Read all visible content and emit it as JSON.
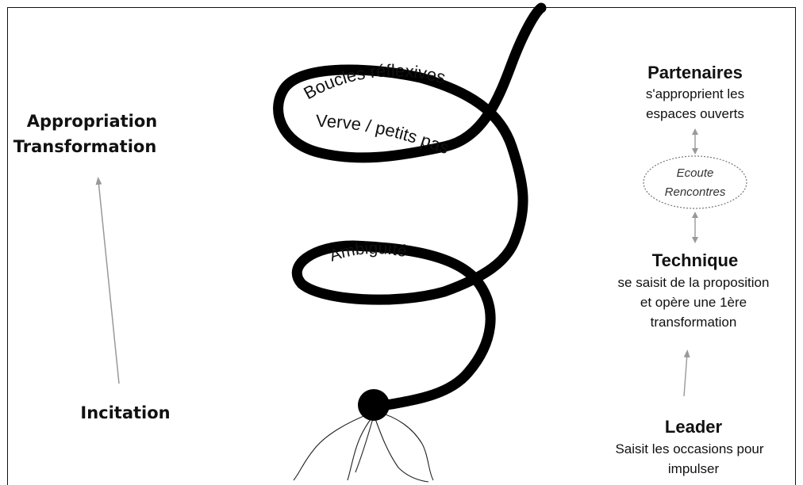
{
  "left": {
    "top_line1": "Appropriation",
    "top_line2": "Transformation",
    "bottom": "Incitation"
  },
  "spiral": {
    "loop1_top": "Boucles réflexives",
    "loop1_bottom": "Verve / petits pas",
    "loop2": "Ambiguïté"
  },
  "right": {
    "partenaires_title": "Partenaires",
    "partenaires_line1": "s'approprient les",
    "partenaires_line2": "espaces ouverts",
    "oval_line1": "Ecoute",
    "oval_line2": "Rencontres",
    "technique_title": "Technique",
    "technique_line1": "se saisit de la proposition",
    "technique_line2": "et opère une 1ère",
    "technique_line3": "transformation",
    "leader_title": "Leader",
    "leader_line1": "Saisit les occasions pour",
    "leader_line2": "impulser"
  }
}
